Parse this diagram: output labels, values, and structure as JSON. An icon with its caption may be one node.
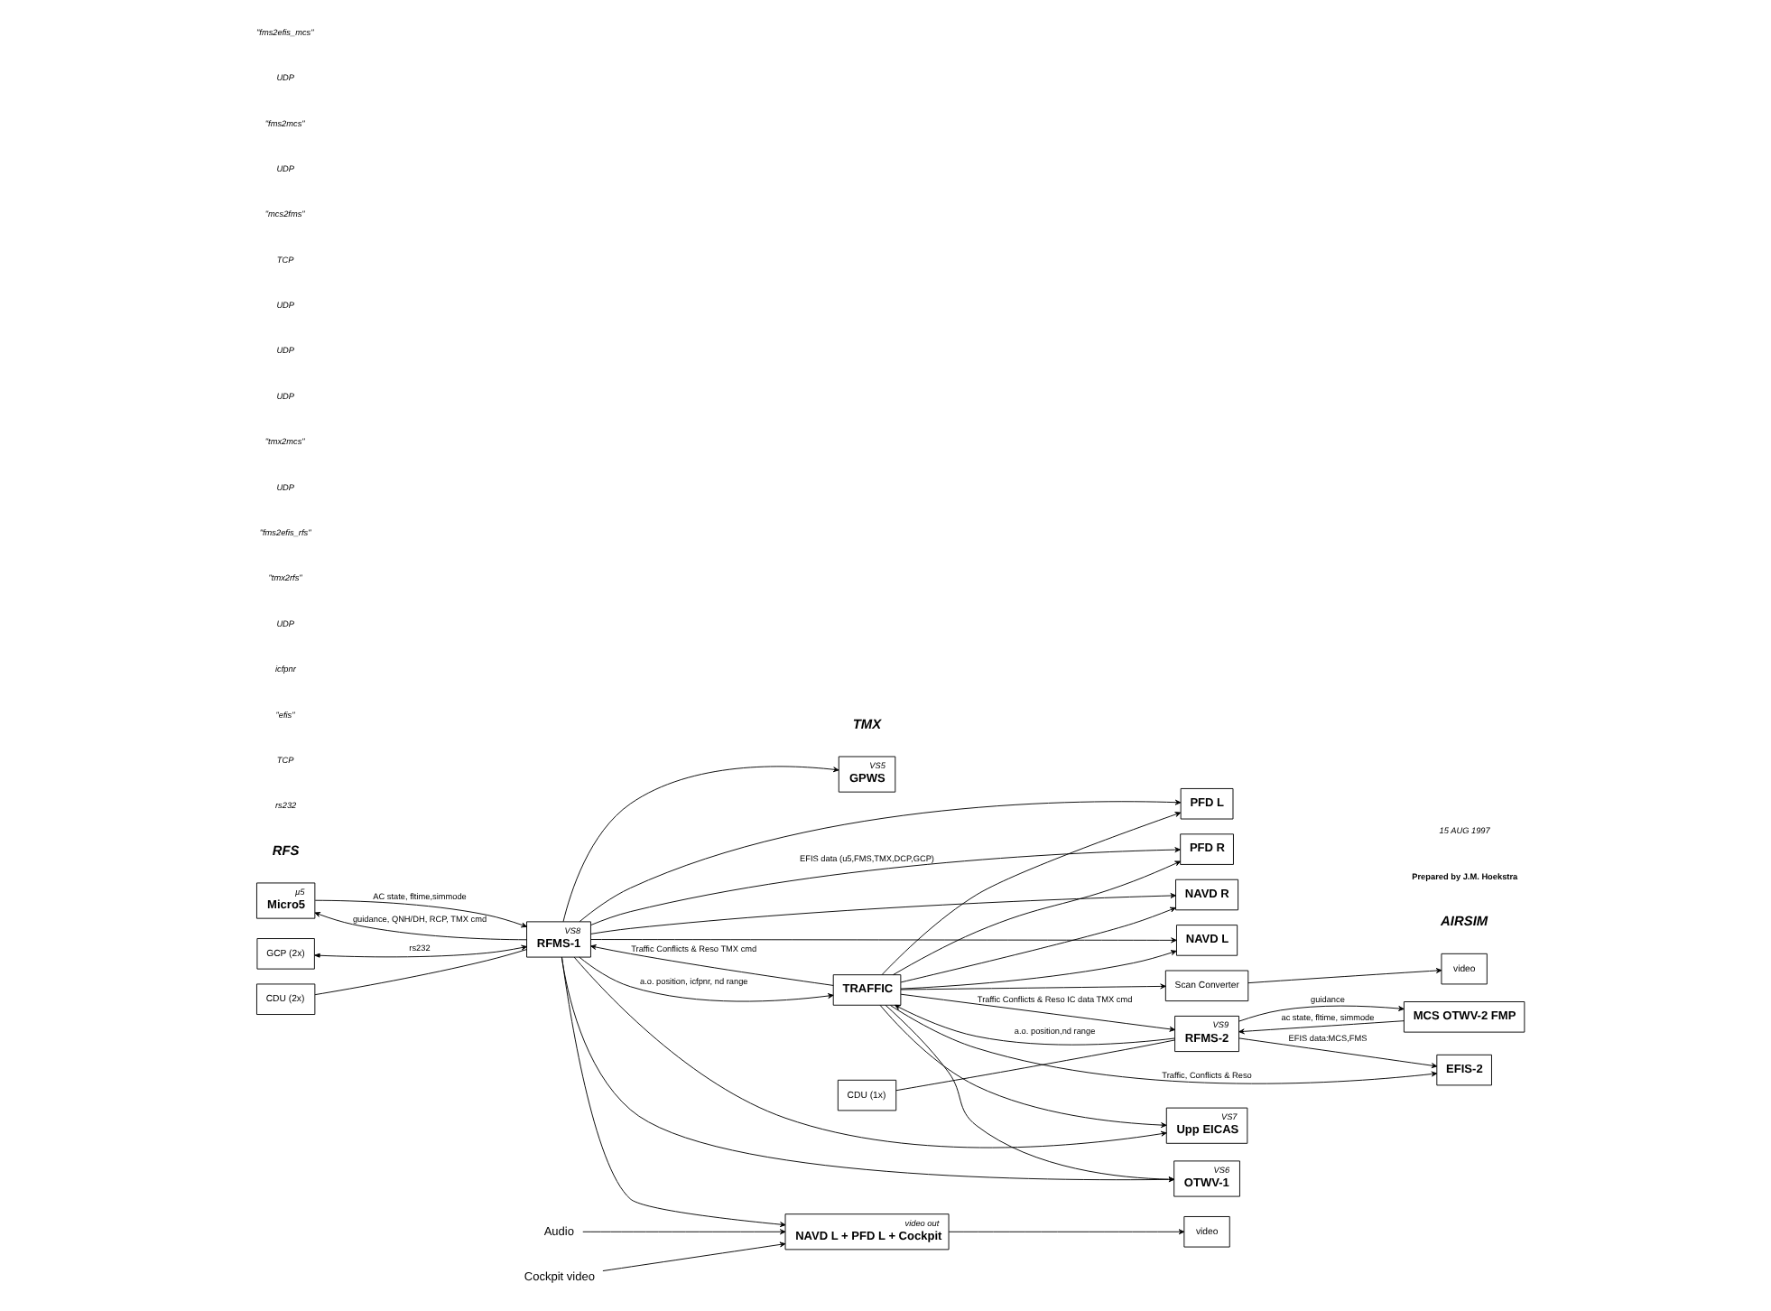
{
  "diagram": {
    "nodes": [
      {
        "text": [
          "µ5",
          "Micro5"
        ]
      },
      {
        "text": [
          "GCP (2x)"
        ]
      },
      {
        "text": [
          "CDU (2x)"
        ]
      },
      {
        "text": [
          "VS8",
          "RFMS-1"
        ]
      },
      {
        "text": [
          "PFD R"
        ]
      },
      {
        "text": [
          "NAVD R"
        ]
      },
      {
        "text": [
          "PFD L"
        ]
      },
      {
        "text": [
          "NAVD L"
        ]
      },
      {
        "text": [
          "VS7",
          "Upp EICAS"
        ]
      },
      {
        "text": [
          "VS6",
          "OTWV-1"
        ]
      },
      {
        "text": [
          "VS5",
          "GPWS"
        ]
      },
      {
        "text": [
          "video out",
          "NAVD L + PFD L + Cockpit"
        ]
      },
      {
        "text": [
          "TRAFFIC"
        ]
      },
      {
        "text": [
          "Scan Converter"
        ]
      },
      {
        "text": [
          "video"
        ]
      },
      {
        "text": [
          "Audio"
        ]
      },
      {
        "text": [
          "Cockpit video"
        ]
      },
      {
        "text": [
          "video"
        ]
      },
      {
        "text": [
          "MCS OTWV-2 FMP"
        ]
      },
      {
        "text": [
          "VS9",
          "RFMS-2"
        ]
      },
      {
        "text": [
          "EFIS-2"
        ]
      },
      {
        "text": [
          "CDU (1x)"
        ]
      }
    ],
    "edges": [
      {
        "from": 1,
        "to": 3,
        "arrow": "both",
        "label": "rs232"
      },
      {
        "from": 2,
        "to": 3,
        "arrow": "none"
      },
      {
        "from": 3,
        "to": 0,
        "arrow": "to",
        "label": "guidance, QNH/DH, RCP, TMX cmd"
      },
      {
        "from": 0,
        "to": 3,
        "arrow": "to",
        "label": "AC state, fltime,simmode"
      },
      {
        "from": 3,
        "to": 4,
        "arrow": "to",
        "label": "EFIS data (u5,FMS,TMX,DCP,GCP)"
      },
      {
        "from": 3,
        "to": 5,
        "arrow": "to"
      },
      {
        "from": 3,
        "to": 6,
        "arrow": "to"
      },
      {
        "from": 3,
        "to": 7,
        "arrow": "to"
      },
      {
        "from": 3,
        "to": 8,
        "arrow": "to"
      },
      {
        "from": 3,
        "to": 9,
        "arrow": "to"
      },
      {
        "from": 3,
        "to": 10,
        "arrow": "to"
      },
      {
        "from": 3,
        "to": 11,
        "arrow": "to"
      },
      {
        "from": 12,
        "to": 4,
        "arrow": "to"
      },
      {
        "from": 12,
        "to": 5,
        "arrow": "to"
      },
      {
        "from": 12,
        "to": 6,
        "arrow": "to"
      },
      {
        "from": 12,
        "to": 7,
        "arrow": "to"
      },
      {
        "from": 12,
        "to": 8,
        "arrow": "to"
      },
      {
        "from": 12,
        "to": 9,
        "arrow": "to"
      },
      {
        "from": 12,
        "to": 3,
        "arrow": "to",
        "label": "Traffic Conflicts & Reso TMX cmd"
      },
      {
        "from": 3,
        "to": 12,
        "arrow": "to",
        "label": "a.o. position, icfpnr, nd range"
      },
      {
        "from": 12,
        "to": 13,
        "arrow": "to"
      },
      {
        "from": 13,
        "to": 14,
        "arrow": "to"
      },
      {
        "from": 15,
        "to": 11,
        "arrow": "to"
      },
      {
        "from": 16,
        "to": 11,
        "arrow": "to"
      },
      {
        "from": 11,
        "to": 17,
        "arrow": "to"
      },
      {
        "from": 12,
        "to": 19,
        "arrow": "to",
        "label": "Traffic Conflicts & Reso IC data TMX cmd"
      },
      {
        "from": 12,
        "to": 20,
        "arrow": "to",
        "label": "Traffic, Conflicts & Reso"
      },
      {
        "from": 19,
        "to": 12,
        "arrow": "to",
        "label": "a.o. position,nd range"
      },
      {
        "from": 18,
        "to": 19,
        "arrow": "to",
        "label": "ac state, fltime, simmode"
      },
      {
        "from": 19,
        "to": 18,
        "arrow": "to",
        "label": "guidance"
      },
      {
        "from": 19,
        "to": 20,
        "arrow": "to",
        "label": "EFIS data:MCS,FMS"
      },
      {
        "from": 21,
        "to": 19,
        "arrow": "none"
      }
    ],
    "labels": [
      "RFS",
      "rs232",
      "TCP",
      "\"efis\"",
      "icfpnr",
      "UDP",
      "\"tmx2rfs\"",
      "\"fms2efis_rfs\"",
      "UDP",
      "TMX",
      "\"tmx2mcs\"",
      "UDP",
      "UDP",
      "UDP",
      "AIRSIM",
      "TCP",
      "\"mcs2fms\"",
      "UDP",
      "\"fms2mcs\"",
      "UDP",
      "\"fms2efis_mcs\"",
      "Prepared by J.M. Hoekstra",
      "15 AUG 1997"
    ]
  }
}
